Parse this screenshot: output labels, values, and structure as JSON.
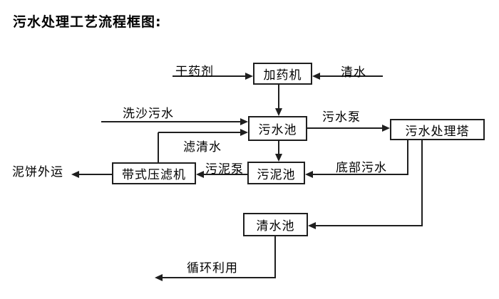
{
  "title": "污水处理工艺流程框图:",
  "nodes": {
    "dosing_machine": {
      "label": "加药机"
    },
    "sewage_pool": {
      "label": "污水池"
    },
    "treatment_tower": {
      "label": "污水处理塔"
    },
    "sludge_pool": {
      "label": "污泥池"
    },
    "belt_filter_press": {
      "label": "带式压滤机"
    },
    "clean_water_pool": {
      "label": "清水池"
    }
  },
  "edge_labels": {
    "dry_chemical": "干药剂",
    "clean_water": "清水",
    "sand_washing_sewage": "洗沙污水",
    "filtered_water": "滤清水",
    "sewage_pump": "污水泵",
    "bottom_sewage": "底部污水",
    "sludge_pump": "污泥泵",
    "mud_cake_out": "泥饼外运",
    "recycle": "循环利用"
  },
  "colors": {
    "background": "#ffffff",
    "line": "#1f1f1f",
    "text": "#000000"
  }
}
